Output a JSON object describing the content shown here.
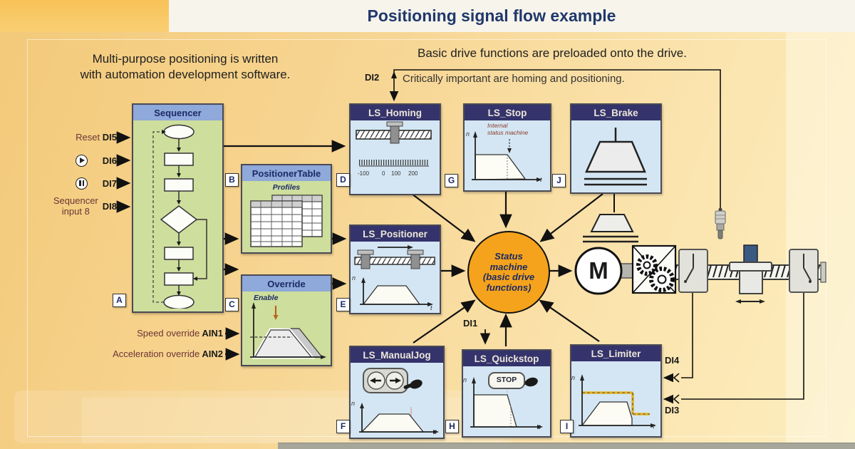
{
  "title": "Positioning signal flow example",
  "notes": {
    "left1": "Multi-purpose positioning is written",
    "left2": "with automation development software.",
    "right1": "Basic drive functions are preloaded onto the drive.",
    "right2": "Critically important are homing and positioning."
  },
  "signals": {
    "di1": "DI1",
    "di2": "DI2",
    "di3": "DI3",
    "di4": "DI4",
    "di5": "DI5",
    "di6": "DI6",
    "di7": "DI7",
    "di8": "DI8",
    "ain1": "AIN1",
    "ain2": "AIN2",
    "reset": "Reset",
    "sequencer_input_line1": "Sequencer",
    "sequencer_input_line2": "input 8",
    "speed_override": "Speed override",
    "acceleration_override": "Acceleration override"
  },
  "tags": {
    "a": "A",
    "b": "B",
    "c": "C",
    "d": "D",
    "e": "E",
    "f": "F",
    "g": "G",
    "h": "H",
    "i": "I",
    "j": "J"
  },
  "blocks": {
    "sequencer": "Sequencer",
    "positioner_table": "PositionerTable",
    "profiles": "Profiles",
    "override": "Override",
    "enable": "Enable",
    "ls_homing": "LS_Homing",
    "ls_stop": "LS_Stop",
    "ls_brake": "LS_Brake",
    "ls_positioner": "LS_Positioner",
    "ls_manualjog": "LS_ManualJog",
    "ls_quickstop": "LS_Quickstop",
    "ls_limiter": "LS_Limiter",
    "stop_note_line1": "Internal",
    "stop_note_line2": "status machine",
    "stop_button": "STOP",
    "homing_scale": [
      "-100",
      "0",
      "100",
      "200"
    ]
  },
  "status_machine": {
    "line1": "Status",
    "line2": "machine",
    "line3": "(basic drive",
    "line4": "functions)"
  },
  "motor_label": "M",
  "axis": {
    "n": "n",
    "t": "t"
  },
  "colors": {
    "header_navy": "#34336b",
    "header_blue": "#8ea9da",
    "body_blue": "#d4e6f3",
    "body_green": "#cede9d",
    "status_orange": "#f5a21c",
    "background": "#f6d28c",
    "title_navy": "#20386b"
  }
}
